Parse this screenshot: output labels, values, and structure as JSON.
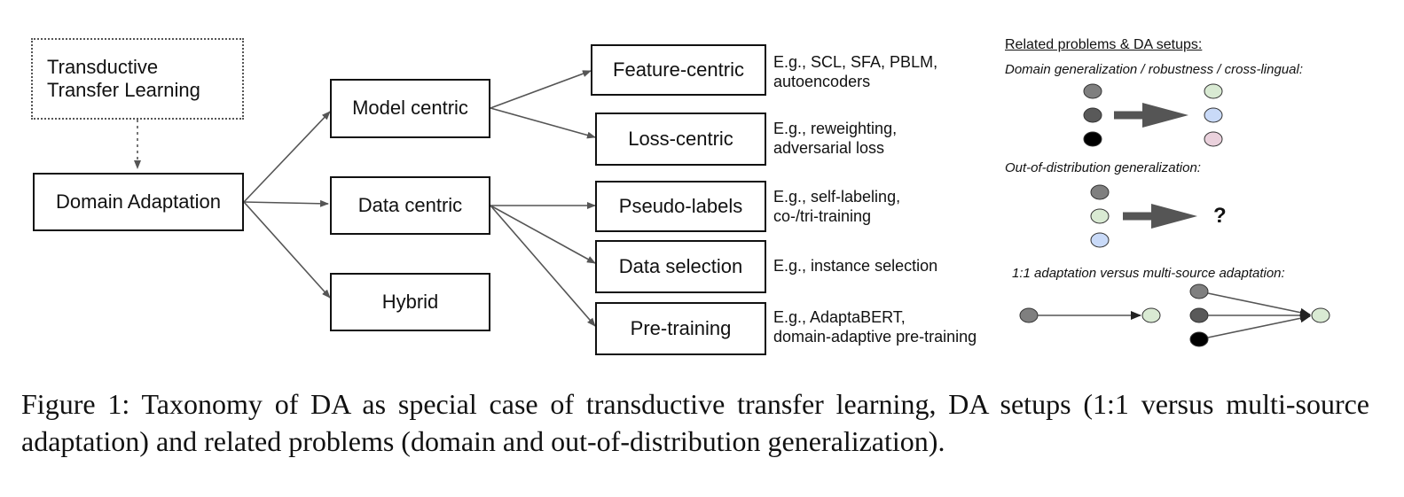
{
  "taxonomy": {
    "transductive": "Transductive\nTransfer Learning",
    "domain_adaptation": "Domain Adaptation",
    "model_centric": "Model centric",
    "data_centric": "Data centric",
    "hybrid": "Hybrid",
    "leaves": [
      {
        "label": "Feature-centric",
        "example": "E.g., SCL, SFA, PBLM,\nautoencoders"
      },
      {
        "label": "Loss-centric",
        "example": "E.g., reweighting,\nadversarial loss"
      },
      {
        "label": "Pseudo-labels",
        "example": "E.g., self-labeling,\nco-/tri-training"
      },
      {
        "label": "Data selection",
        "example": "E.g., instance selection"
      },
      {
        "label": "Pre-training",
        "example": "E.g., AdaptaBERT,\ndomain-adaptive pre-training"
      }
    ]
  },
  "related": {
    "title": "Related problems & DA setups:",
    "domain_generalization": "Domain generalization / robustness / cross-lingual:",
    "ood_generalization": "Out-of-distribution generalization:",
    "ood_symbol": "?",
    "adaptation_setups": "1:1 adaptation versus multi-source adaptation:"
  },
  "colors": {
    "line": "#555555",
    "node_gray": "#7f7f7f",
    "node_darkgray": "#595959",
    "node_black": "#000000",
    "node_green": "#d9ead3",
    "node_blue": "#c9daf8",
    "node_pink": "#ead1dc"
  },
  "caption": "Figure 1: Taxonomy of DA as special case of transductive transfer learning, DA setups (1:1 versus multi-source adaptation) and related problems (domain and out-of-distribution generalization)."
}
